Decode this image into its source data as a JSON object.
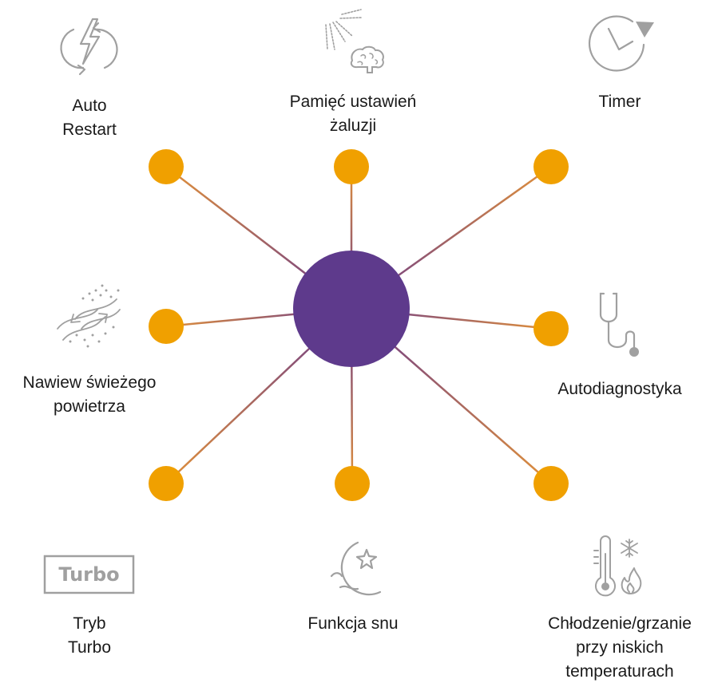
{
  "colors": {
    "hub": "#5e3a8c",
    "node": "#f0a000",
    "line_outer": "#e0903a",
    "line_inner": "#6a3a8c",
    "icon": "#a0a0a0",
    "text": "#1a1a1a"
  },
  "features": [
    {
      "id": "auto-restart",
      "icon": "power-restart-icon",
      "lines": [
        "Auto",
        "Restart"
      ]
    },
    {
      "id": "louver-memory",
      "icon": "brain-louver-icon",
      "lines": [
        "Pamięć ustawień",
        "żaluzji"
      ]
    },
    {
      "id": "timer",
      "icon": "clock-icon",
      "lines": [
        "Timer"
      ]
    },
    {
      "id": "fresh-air",
      "icon": "fresh-air-arrows-icon",
      "lines": [
        "Nawiew świeżego",
        "powietrza"
      ]
    },
    {
      "id": "self-diagnosis",
      "icon": "stethoscope-icon",
      "lines": [
        "Autodiagnostyka"
      ]
    },
    {
      "id": "turbo",
      "icon": "turbo-badge-icon",
      "badge_text": "Turbo",
      "lines": [
        "Tryb",
        "Turbo"
      ]
    },
    {
      "id": "sleep",
      "icon": "moon-star-icon",
      "lines": [
        "Funkcja snu"
      ]
    },
    {
      "id": "low-temp",
      "icon": "thermometer-snow-flame-icon",
      "lines": [
        "Chłodzenie/grzanie",
        "przy niskich",
        "temperaturach"
      ]
    }
  ]
}
